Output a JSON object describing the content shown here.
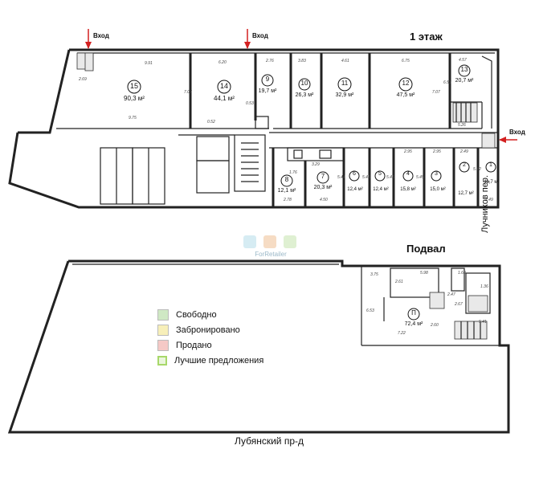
{
  "floor1": {
    "title": "1 этаж",
    "entrances": [
      "Вход",
      "Вход",
      "Вход"
    ],
    "rooms": [
      {
        "num": "15",
        "area": "90,3 м²"
      },
      {
        "num": "14",
        "area": "44,1 м²"
      },
      {
        "num": "9",
        "area": "19,7 м²"
      },
      {
        "num": "10",
        "area": "26,3 м²"
      },
      {
        "num": "11",
        "area": "32,9 м²"
      },
      {
        "num": "12",
        "area": "47,5 м²"
      },
      {
        "num": "13",
        "area": "20,7 м²"
      },
      {
        "num": "8",
        "area": "12,1 м²"
      },
      {
        "num": "7",
        "area": "20,3 м²"
      },
      {
        "num": "6",
        "area": "12,4 м²"
      },
      {
        "num": "5",
        "area": "12,4 м²"
      },
      {
        "num": "4",
        "area": "15,8 м²"
      },
      {
        "num": "3",
        "area": "15,0 м²"
      },
      {
        "num": "2",
        "area": "12,7 м²"
      },
      {
        "num": "1",
        "area": "11,7 м²"
      }
    ],
    "dimensions": [
      "9.91",
      "6.20",
      "2.76",
      "3.83",
      "4.61",
      "6.75",
      "4.57",
      "9.75",
      "2.69",
      "7.07",
      "7.07",
      "6.53",
      "5.26",
      "4.50",
      "3.29",
      "2.95",
      "2.95",
      "2.49",
      "2.49",
      "2.78",
      "1.76",
      "0.52",
      "0.53",
      "5.44",
      "5.45",
      "5.45",
      "5.45",
      "5.42"
    ]
  },
  "basement": {
    "title": "Подвал",
    "room": {
      "num": "П",
      "area": "72,4 м²"
    },
    "dimensions": [
      "3.75",
      "5.98",
      "1.68",
      "2.47",
      "5.41",
      "7.22",
      "6.53",
      "2.61",
      "2.60",
      "1.36",
      "2.67"
    ]
  },
  "streets": {
    "right": "Лучников пер.",
    "bottom": "Лубянский пр-д"
  },
  "watermark": "ForRetailer",
  "legend": [
    {
      "label": "Свободно",
      "color": "#cfe8c4"
    },
    {
      "label": "Забронировано",
      "color": "#f7efb9"
    },
    {
      "label": "Продано",
      "color": "#f5c9c6"
    },
    {
      "label": "Лучшие предложения",
      "color": "#a8d86a"
    }
  ]
}
